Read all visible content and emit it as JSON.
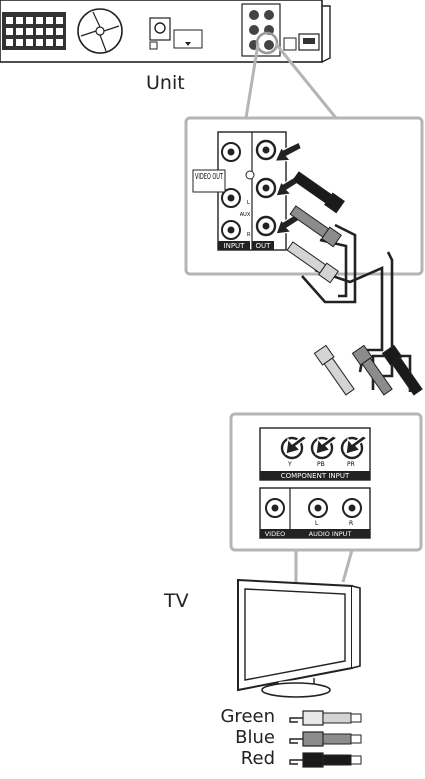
{
  "labels": {
    "unit": "Unit",
    "tv": "TV"
  },
  "unit_panel": {
    "video_out": "VIDEO OUT",
    "input": "INPUT",
    "out": "OUT",
    "aux": "AUX",
    "marks": [
      "L",
      "R"
    ]
  },
  "tv_panel": {
    "component_input": "COMPONENT INPUT",
    "video": "VIDEO",
    "audio_input": "AUDIO INPUT",
    "jacks": [
      "Y",
      "PB",
      "PR"
    ],
    "audio_jacks": [
      "L",
      "R"
    ]
  },
  "legend": [
    {
      "label": "Green",
      "color": "#d4d4d4"
    },
    {
      "label": "Blue",
      "color": "#8c8c8c"
    },
    {
      "label": "Red",
      "color": "#1a1a1a"
    }
  ]
}
